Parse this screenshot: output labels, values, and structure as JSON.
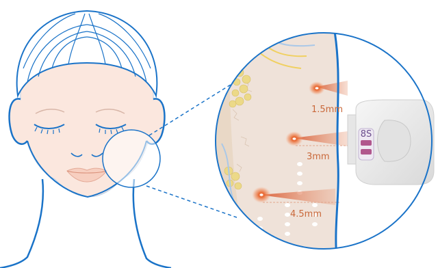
{
  "labels": {
    "depth_shallow": "1.5mm",
    "depth_mid": "3mm",
    "depth_deep": "4.5mm"
  },
  "device": {
    "badge": "8S"
  },
  "colors": {
    "outline_blue": "#1a73c8",
    "skin": "#fbe7de",
    "tissue": "#efe2d9",
    "focus_orange": "#e8642c",
    "depth_text": "#c9683a"
  }
}
